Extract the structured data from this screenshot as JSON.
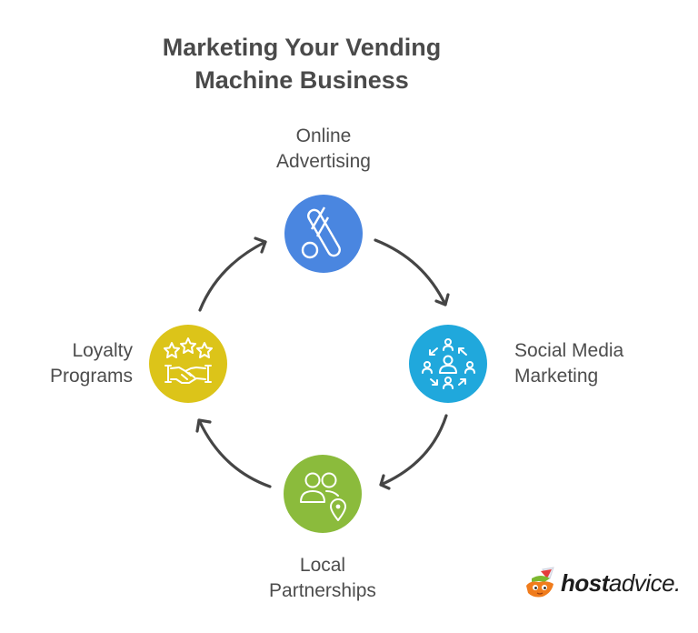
{
  "title": {
    "line1": "Marketing Your Vending",
    "line2": "Machine Business"
  },
  "nodes": [
    {
      "id": "online-advertising",
      "label_line1": "Online",
      "label_line2": "Advertising",
      "color": "#4a86e0",
      "icon": "google-ads-icon",
      "position": "top"
    },
    {
      "id": "social-media-marketing",
      "label_line1": "Social Media",
      "label_line2": "Marketing",
      "color": "#20a8dc",
      "icon": "social-network-icon",
      "position": "right"
    },
    {
      "id": "local-partnerships",
      "label_line1": "Local",
      "label_line2": "Partnerships",
      "color": "#8bbb3c",
      "icon": "people-location-icon",
      "position": "bottom"
    },
    {
      "id": "loyalty-programs",
      "label_line1": "Loyalty",
      "label_line2": "Programs",
      "color": "#dcc419",
      "icon": "stars-handshake-icon",
      "position": "left"
    }
  ],
  "flow": [
    "online-advertising",
    "social-media-marketing",
    "local-partnerships",
    "loyalty-programs",
    "online-advertising"
  ],
  "arrow_color": "#454545",
  "logo": {
    "bold": "host",
    "regular": "advice."
  }
}
